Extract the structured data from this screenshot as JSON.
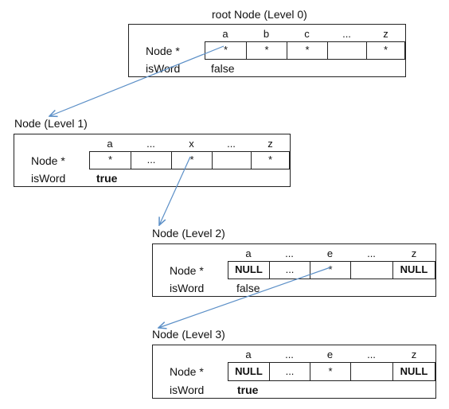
{
  "levels": [
    {
      "title": "root Node (Level 0)",
      "headers": [
        "a",
        "b",
        "c",
        "...",
        "z"
      ],
      "cells": [
        "*",
        "*",
        "*",
        "",
        "*"
      ],
      "row_label": "Node *",
      "isword_label": "isWord",
      "isword_value": "false",
      "isword_bold": false,
      "cells_bold": [
        false,
        false,
        false,
        false,
        false
      ]
    },
    {
      "title": "Node (Level 1)",
      "headers": [
        "a",
        "...",
        "x",
        "...",
        "z"
      ],
      "cells": [
        "*",
        "...",
        "*",
        "",
        "*"
      ],
      "row_label": "Node *",
      "isword_label": "isWord",
      "isword_value": "true",
      "isword_bold": true,
      "cells_bold": [
        false,
        false,
        false,
        false,
        false
      ]
    },
    {
      "title": "Node (Level 2)",
      "headers": [
        "a",
        "...",
        "e",
        "...",
        "z"
      ],
      "cells": [
        "NULL",
        "...",
        "*",
        "",
        "NULL"
      ],
      "row_label": "Node *",
      "isword_label": "isWord",
      "isword_value": "false",
      "isword_bold": false,
      "cells_bold": [
        true,
        false,
        false,
        false,
        true
      ]
    },
    {
      "title": "Node (Level 3)",
      "headers": [
        "a",
        "...",
        "e",
        "...",
        "z"
      ],
      "cells": [
        "NULL",
        "...",
        "*",
        "",
        "NULL"
      ],
      "row_label": "Node *",
      "isword_label": "isWord",
      "isword_value": "true",
      "isword_bold": true,
      "cells_bold": [
        true,
        false,
        false,
        false,
        true
      ]
    }
  ],
  "colors": {
    "arrow": "#5b8fc7",
    "border": "#222222"
  }
}
